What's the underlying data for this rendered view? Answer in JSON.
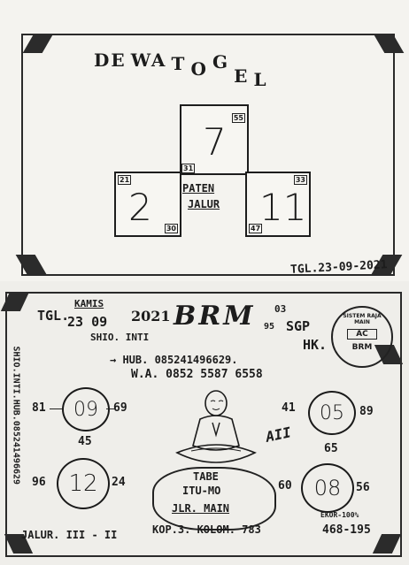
{
  "header": {
    "title_parts": [
      "DE",
      "WA",
      "T",
      "O",
      "G",
      "E",
      "L"
    ]
  },
  "top_chart": {
    "center_number": "7",
    "left_number": "2",
    "right_number": "11",
    "center_tag": "55",
    "center_bottom_tag": "31",
    "left_top_tag": "21",
    "left_bottom_tag": "30",
    "right_top_tag": "33",
    "right_bottom_tag": "47",
    "label_line1": "PATEN",
    "label_line2": "JALUR",
    "date": "TGL.23-09-2021"
  },
  "bottom_chart": {
    "tgl_label": "TGL.",
    "day": "KAMIS",
    "date": "23 09",
    "year": "2021",
    "brand": "BRM",
    "sup_top": "03",
    "sup_bottom": "95",
    "market1": "SGP",
    "market2": "HK.",
    "stamp_top": "SISTEM RAJA MAIN",
    "stamp_mid": "AC",
    "stamp_bottom": "BRM",
    "shio": "SHIO. INTI",
    "hub_line": "→ HUB. 085241496629.",
    "wa_line": "W.A. 0852 5587 6558",
    "vertical_text": "SHIO.INTI.HUB.085241496629",
    "c1": {
      "value": "09",
      "left": "81",
      "right": "69",
      "below": "45"
    },
    "c2": {
      "value": "05",
      "left": "41",
      "right": "89",
      "below": "65"
    },
    "c3": {
      "value": "12",
      "left": "96",
      "right": "24"
    },
    "c4": {
      "value": "08",
      "left": "60",
      "right": "56"
    },
    "roman": "AII",
    "cloud_line1": "TABE",
    "cloud_line2": "ITU-MO",
    "cloud_line3": "JLR. MAIN",
    "jalur": "JALUR. III - II",
    "kop": "KOP.3. KOLOM. 783",
    "ekor": "EKOR-100%",
    "ekor_values": "468-195"
  }
}
